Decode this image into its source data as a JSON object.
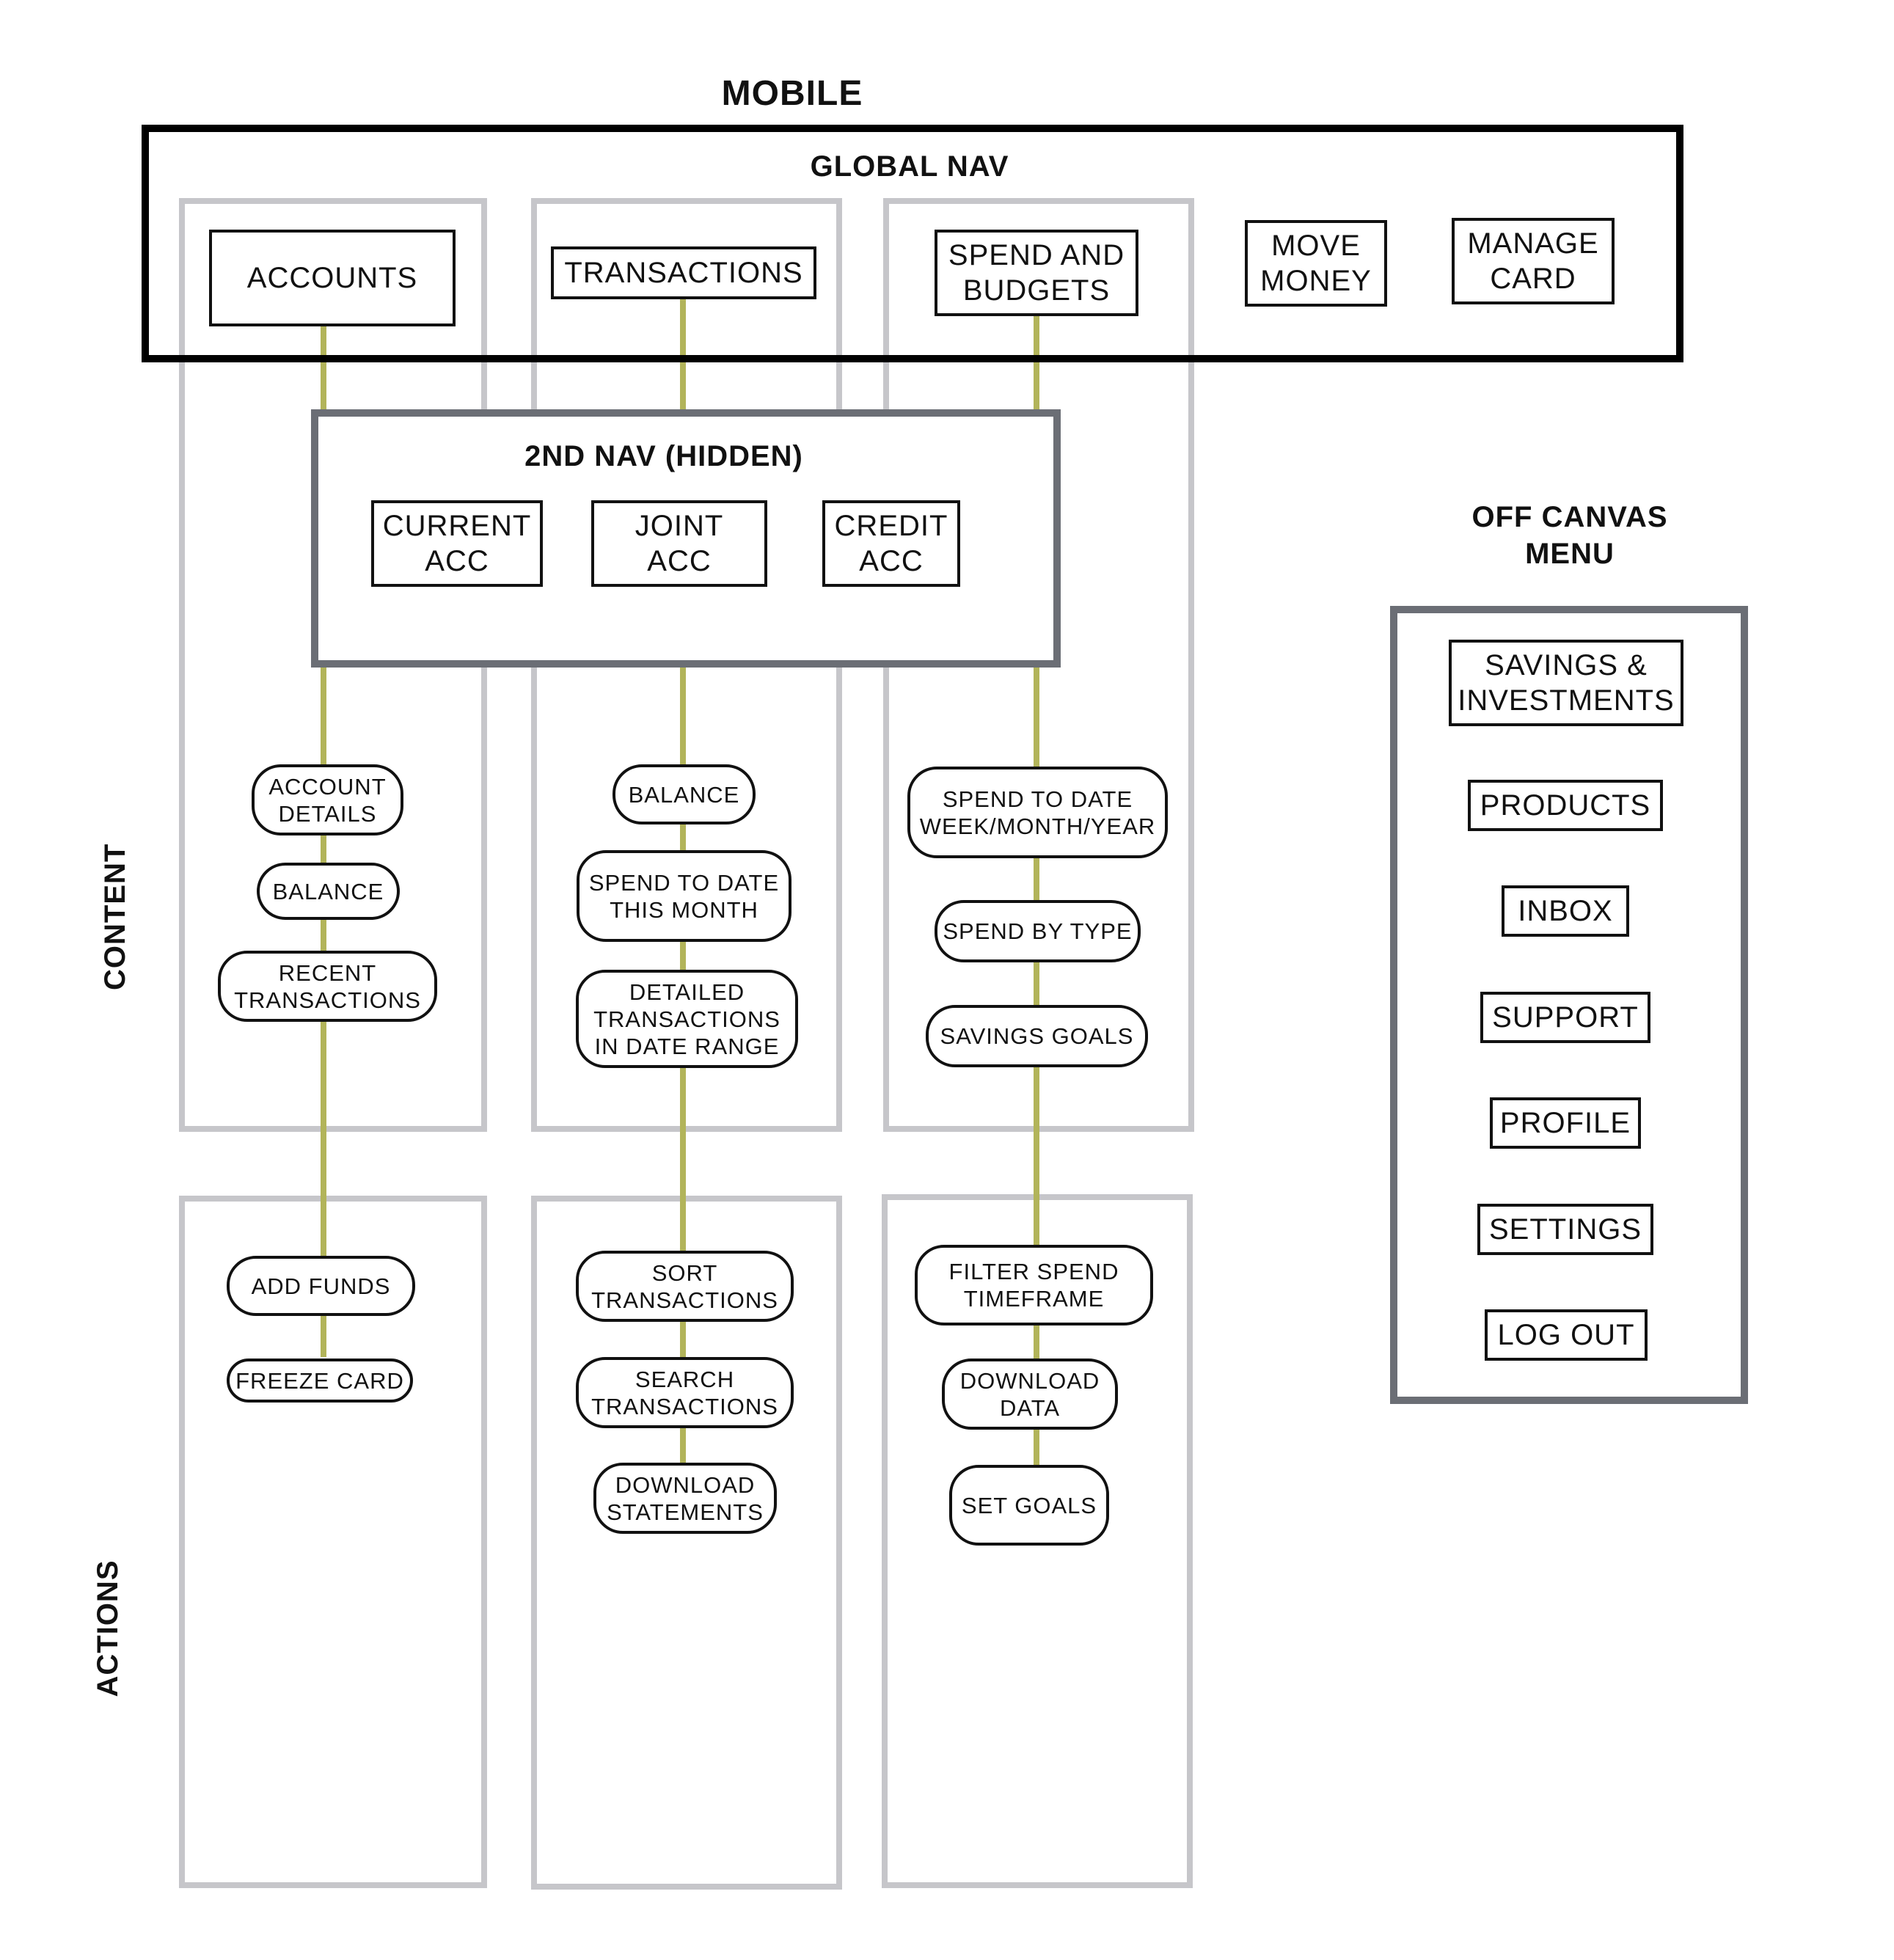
{
  "title": "MOBILE",
  "global_nav": {
    "label": "GLOBAL NAV",
    "items": [
      "ACCOUNTS",
      "TRANSACTIONS",
      "SPEND AND\nBUDGETS",
      "MOVE\nMONEY",
      "MANAGE\nCARD"
    ]
  },
  "second_nav": {
    "label": "2ND NAV (HIDDEN)",
    "items": [
      "CURRENT\nACC",
      "JOINT\nACC",
      "CREDIT\nACC"
    ]
  },
  "sections": {
    "content": "CONTENT",
    "actions": "ACTIONS"
  },
  "columns": [
    {
      "name": "ACCOUNTS",
      "content": [
        "ACCOUNT\nDETAILS",
        "BALANCE",
        "RECENT\nTRANSACTIONS"
      ],
      "actions": [
        "ADD FUNDS",
        "FREEZE CARD"
      ]
    },
    {
      "name": "TRANSACTIONS",
      "content": [
        "BALANCE",
        "SPEND TO DATE\nTHIS MONTH",
        "DETAILED\nTRANSACTIONS\nIN DATE RANGE"
      ],
      "actions": [
        "SORT\nTRANSACTIONS",
        "SEARCH\nTRANSACTIONS",
        "DOWNLOAD\nSTATEMENTS"
      ]
    },
    {
      "name": "SPEND AND BUDGETS",
      "content": [
        "SPEND TO DATE\nWEEK/MONTH/YEAR",
        "SPEND BY TYPE",
        "SAVINGS GOALS"
      ],
      "actions": [
        "FILTER SPEND\nTIMEFRAME",
        "DOWNLOAD\nDATA",
        "SET GOALS"
      ]
    }
  ],
  "off_canvas_menu": {
    "label": "OFF CANVAS\nMENU",
    "items": [
      "SAVINGS &\nINVESTMENTS",
      "PRODUCTS",
      "INBOX",
      "SUPPORT",
      "PROFILE",
      "SETTINGS",
      "LOG OUT"
    ]
  },
  "colors": {
    "connector": "#b2b45a",
    "lane_border": "#c6c6ca",
    "frame_border": "#000000",
    "secondary_frame_border": "#6b6e75"
  }
}
